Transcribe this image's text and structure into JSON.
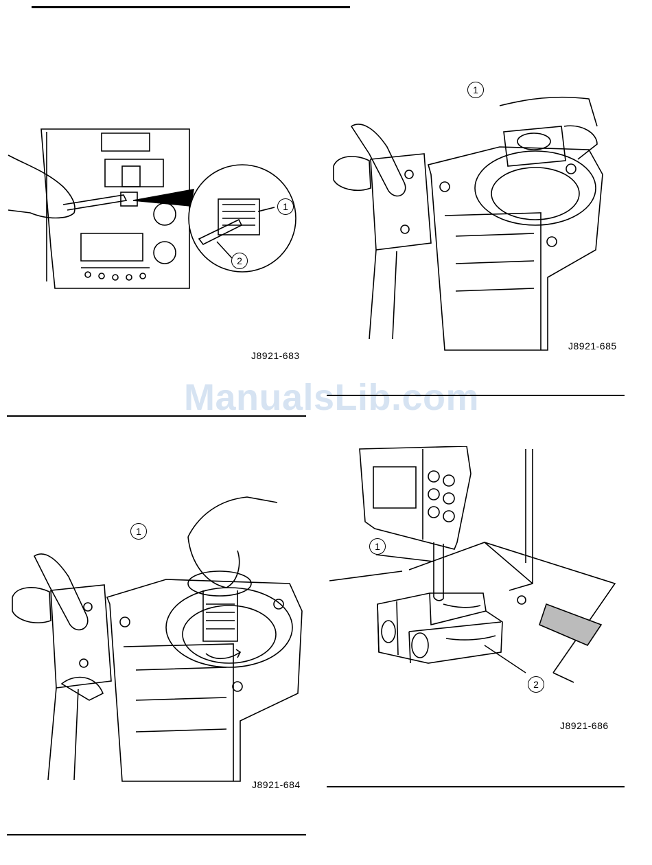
{
  "watermark": {
    "text": "ManualsLib.com"
  },
  "figures": [
    {
      "code": "J8921-683",
      "callouts": [
        "1",
        "2"
      ]
    },
    {
      "code": "J8921-685",
      "callouts": [
        "1"
      ]
    },
    {
      "code": "J8921-684",
      "callouts": [
        "1"
      ]
    },
    {
      "code": "J8921-686",
      "callouts": [
        "1",
        "2"
      ]
    }
  ]
}
